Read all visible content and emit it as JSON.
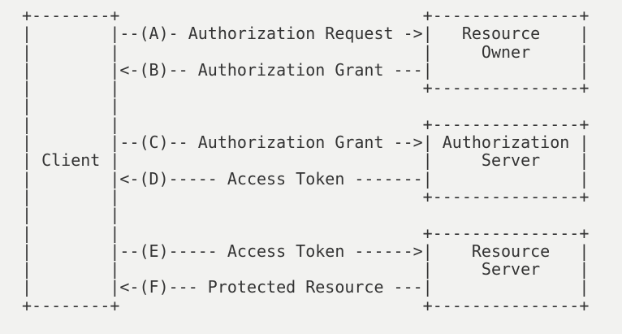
{
  "page": {
    "background_color": "#f2f2f0",
    "text_color": "#333333"
  },
  "diagram": {
    "type": "ascii-flow-diagram",
    "description_visible_text_only": "OAuth abstract flow boxes and labeled arrows",
    "entities": [
      {
        "name": "Client"
      },
      {
        "name": "Resource Owner"
      },
      {
        "name": "Authorization Server"
      },
      {
        "name": "Resource Server"
      }
    ],
    "steps": [
      {
        "id": "A",
        "label": "Authorization Request",
        "from": "Client",
        "to": "Resource Owner"
      },
      {
        "id": "B",
        "label": "Authorization Grant",
        "from": "Resource Owner",
        "to": "Client"
      },
      {
        "id": "C",
        "label": "Authorization Grant",
        "from": "Client",
        "to": "Authorization Server"
      },
      {
        "id": "D",
        "label": "Access Token",
        "from": "Authorization Server",
        "to": "Client"
      },
      {
        "id": "E",
        "label": "Access Token",
        "from": "Client",
        "to": "Resource Server"
      },
      {
        "id": "F",
        "label": "Protected Resource",
        "from": "Resource Server",
        "to": "Client"
      }
    ],
    "lines": [
      "+--------+                               +---------------+",
      "|        |--(A)- Authorization Request ->|   Resource    |",
      "|        |                               |     Owner     |",
      "|        |<-(B)-- Authorization Grant ---|               |",
      "|        |                               +---------------+",
      "|        |",
      "|        |                               +---------------+",
      "|        |--(C)-- Authorization Grant -->| Authorization |",
      "| Client |                               |     Server    |",
      "|        |<-(D)----- Access Token -------|               |",
      "|        |                               +---------------+",
      "|        |",
      "|        |                               +---------------+",
      "|        |--(E)----- Access Token ------>|    Resource   |",
      "|        |                               |     Server    |",
      "|        |<-(F)--- Protected Resource ---|               |",
      "+--------+                               +---------------+"
    ]
  }
}
